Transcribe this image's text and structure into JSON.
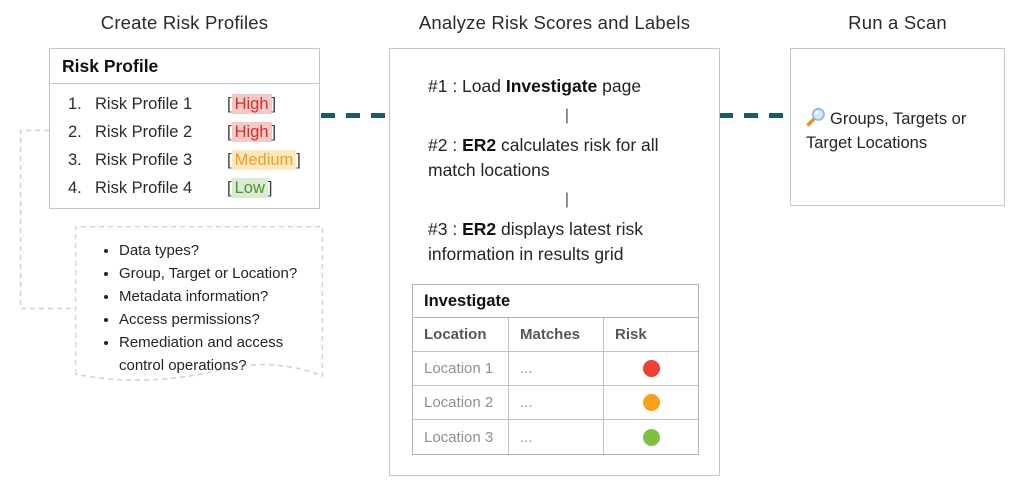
{
  "titles": {
    "left": "Create Risk Profiles",
    "middle": "Analyze Risk Scores and Labels",
    "right": "Run a Scan"
  },
  "risk_profile_box": {
    "header": "Risk Profile",
    "bracket_open": "[",
    "bracket_close": "]",
    "items": [
      {
        "num": "1.",
        "name": "Risk Profile 1",
        "label": "High",
        "label_color": "#d22f2f",
        "label_bg": "#f4c9c6"
      },
      {
        "num": "2.",
        "name": "Risk Profile 2",
        "label": "High",
        "label_color": "#d22f2f",
        "label_bg": "#f4c9c6"
      },
      {
        "num": "3.",
        "name": "Risk Profile 3",
        "label": "Medium",
        "label_color": "#f39c1d",
        "label_bg": "#fce9c0"
      },
      {
        "num": "4.",
        "name": "Risk Profile 4",
        "label": "Low",
        "label_color": "#4f9031",
        "label_bg": "#d9ecd2"
      }
    ]
  },
  "questions_callout": {
    "items": [
      "Data types?",
      "Group, Target or Location?",
      "Metadata information?",
      "Access permissions?",
      "Remediation and access control operations?"
    ]
  },
  "analyze_box": {
    "separator": "|",
    "steps": [
      {
        "prefix": "#1 : Load ",
        "bold": "Investigate",
        "suffix": " page"
      },
      {
        "prefix": "#2 : ",
        "bold": "ER2",
        "suffix": " calculates risk for all match locations"
      },
      {
        "prefix": "#3 : ",
        "bold": "ER2",
        "suffix": " displays latest risk information in results grid"
      }
    ],
    "table": {
      "title": "Investigate",
      "headers": [
        "Location",
        "Matches",
        "Risk"
      ],
      "rows": [
        {
          "location": "Location 1",
          "matches": "...",
          "risk_level": "high",
          "risk_color": "#ee4136"
        },
        {
          "location": "Location 2",
          "matches": "...",
          "risk_level": "medium",
          "risk_color": "#f9a11b"
        },
        {
          "location": "Location 3",
          "matches": "...",
          "risk_level": "low",
          "risk_color": "#7ec142"
        }
      ]
    }
  },
  "scan_box": {
    "icon": "search-icon",
    "text": "Groups, Targets or Target Locations"
  },
  "colors": {
    "connector_teal": "#1e5a64",
    "dashed_gray": "#cfcfcf",
    "box_border_gray": "#c6c6c6"
  }
}
